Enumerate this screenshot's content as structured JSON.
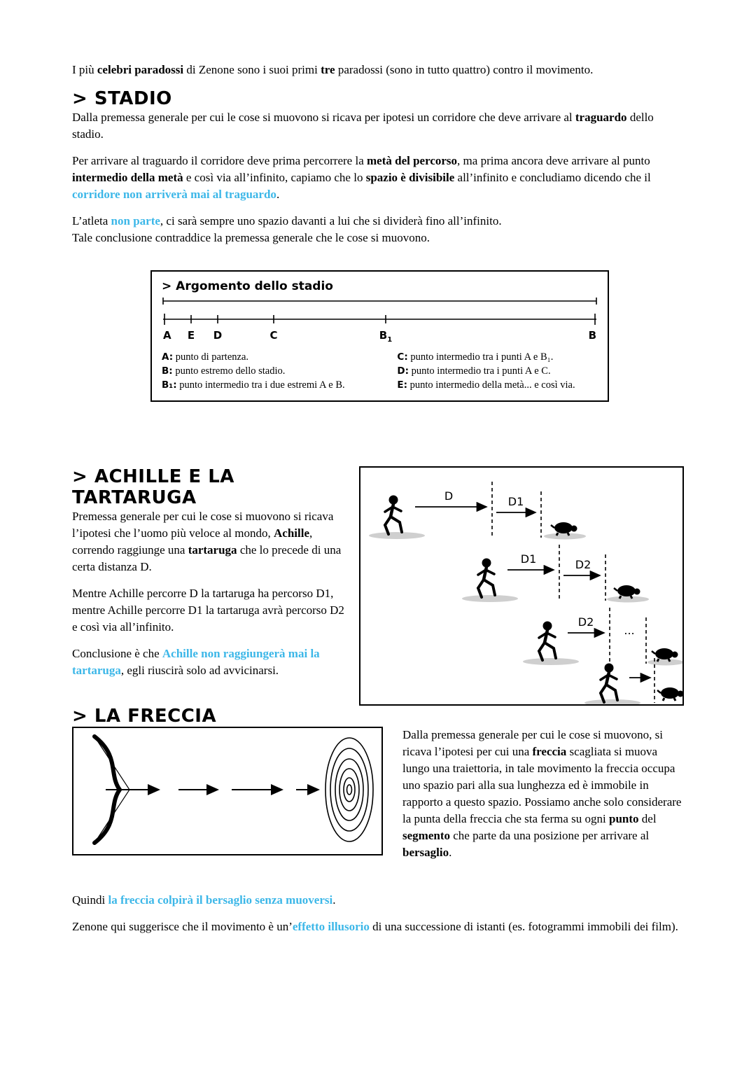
{
  "colors": {
    "accent": "#3cb7e8",
    "ink": "#000000"
  },
  "intro": {
    "segments": [
      {
        "t": "I più "
      },
      {
        "t": "celebri paradossi",
        "s": "b"
      },
      {
        "t": " di Zenone sono i suoi primi "
      },
      {
        "t": "tre",
        "s": "b"
      },
      {
        "t": " paradossi (sono in tutto quattro) contro il movimento."
      }
    ]
  },
  "stadio": {
    "heading": "> STADIO",
    "paragraphs": [
      {
        "segments": [
          {
            "t": "Dalla premessa generale per cui le cose si muovono si ricava per ipotesi un corridore che deve arrivare al "
          },
          {
            "t": "traguardo",
            "s": "b"
          },
          {
            "t": " dello stadio."
          }
        ]
      },
      {
        "segments": [
          {
            "t": "Per arrivare al traguardo il corridore deve prima percorrere la "
          },
          {
            "t": "metà del percorso",
            "s": "b"
          },
          {
            "t": ", ma prima ancora deve arrivare al punto "
          },
          {
            "t": "intermedio della metà",
            "s": "b"
          },
          {
            "t": " e così via all’infinito, capiamo che lo "
          },
          {
            "t": "spazio è divisibile",
            "s": "b"
          },
          {
            "t": " all’infinito e concludiamo dicendo che il "
          },
          {
            "t": "corridore non arriverà mai al traguardo",
            "s": "c"
          },
          {
            "t": "."
          }
        ]
      },
      {
        "segments": [
          {
            "t": "L’atleta "
          },
          {
            "t": "non parte",
            "s": "c"
          },
          {
            "t": ", ci sarà sempre uno spazio davanti a lui che si dividerà fino all’infinito."
          },
          {
            "s": "br"
          },
          {
            "t": "Tale conclusione contraddice la premessa generale che le cose si muovono."
          }
        ]
      }
    ],
    "box": {
      "title": "> Argomento dello stadio",
      "ticks": [
        {
          "label": "A"
        },
        {
          "label": "E"
        },
        {
          "label": "D"
        },
        {
          "label": "C"
        },
        {
          "label": "B",
          "sub": "1"
        },
        {
          "label": "B"
        }
      ],
      "legend_left": [
        {
          "key": "A:",
          "text": " punto di partenza."
        },
        {
          "key": "B:",
          "text": " punto estremo dello stadio."
        },
        {
          "key": "B₁:",
          "text": " punto intermedio tra i due estremi A e B."
        }
      ],
      "legend_right": [
        {
          "key": "C:",
          "text": " punto intermedio tra i punti A e B₁."
        },
        {
          "key": "D:",
          "text": " punto intermedio tra i punti A e C."
        },
        {
          "key": "E:",
          "text": " punto intermedio della metà... e così via."
        }
      ]
    }
  },
  "achille": {
    "heading": "> ACHILLE E LA TARTARUGA",
    "paragraphs": [
      {
        "segments": [
          {
            "t": "Premessa generale per cui le cose si muovono si ricava l’ipotesi che l’uomo più veloce al mondo, "
          },
          {
            "t": "Achille",
            "s": "b"
          },
          {
            "t": ", correndo raggiunge una "
          },
          {
            "t": "tartaruga",
            "s": "b"
          },
          {
            "t": " che lo precede di una certa distanza D."
          }
        ]
      },
      {
        "segments": [
          {
            "t": "Mentre Achille percorre D la tartaruga ha percorso D1, mentre Achille percorre D1 la tartaruga avrà percorso D2 e così via all’infinito."
          }
        ]
      },
      {
        "segments": [
          {
            "t": "Conclusione è che "
          },
          {
            "t": "Achille non raggiungerà mai la tartaruga",
            "s": "c"
          },
          {
            "t": ", egli riuscirà solo ad avvicinarsi."
          }
        ]
      }
    ],
    "figure": {
      "labels": [
        "D",
        "D1",
        "D1",
        "D2",
        "D2",
        "..."
      ]
    }
  },
  "freccia": {
    "heading": "> LA FRECCIA",
    "paragraph": {
      "segments": [
        {
          "t": "Dalla premessa generale per cui le cose si muovono, si ricava l’ipotesi per cui una "
        },
        {
          "t": "freccia",
          "s": "b"
        },
        {
          "t": " scagliata si muova lungo una traiettoria, in tale movimento la freccia occupa uno spazio pari alla sua lunghezza ed è immobile in rapporto a questo spazio. Possiamo anche solo considerare la punta della freccia che sta ferma su ogni "
        },
        {
          "t": "punto",
          "s": "b"
        },
        {
          "t": " del "
        },
        {
          "t": "segmento",
          "s": "b"
        },
        {
          "t": " che parte da una posizione per arrivare al "
        },
        {
          "t": "bersaglio",
          "s": "b"
        },
        {
          "t": "."
        }
      ]
    },
    "conclusion": {
      "segments": [
        {
          "t": "Quindi "
        },
        {
          "t": "la freccia colpirà il bersaglio senza muoversi",
          "s": "c"
        },
        {
          "t": "."
        }
      ]
    },
    "final": {
      "segments": [
        {
          "t": "Zenone qui suggerisce che il movimento è un’"
        },
        {
          "t": "effetto illusorio",
          "s": "c"
        },
        {
          "t": " di una successione di istanti (es. fotogrammi immobili dei film)."
        }
      ]
    }
  }
}
